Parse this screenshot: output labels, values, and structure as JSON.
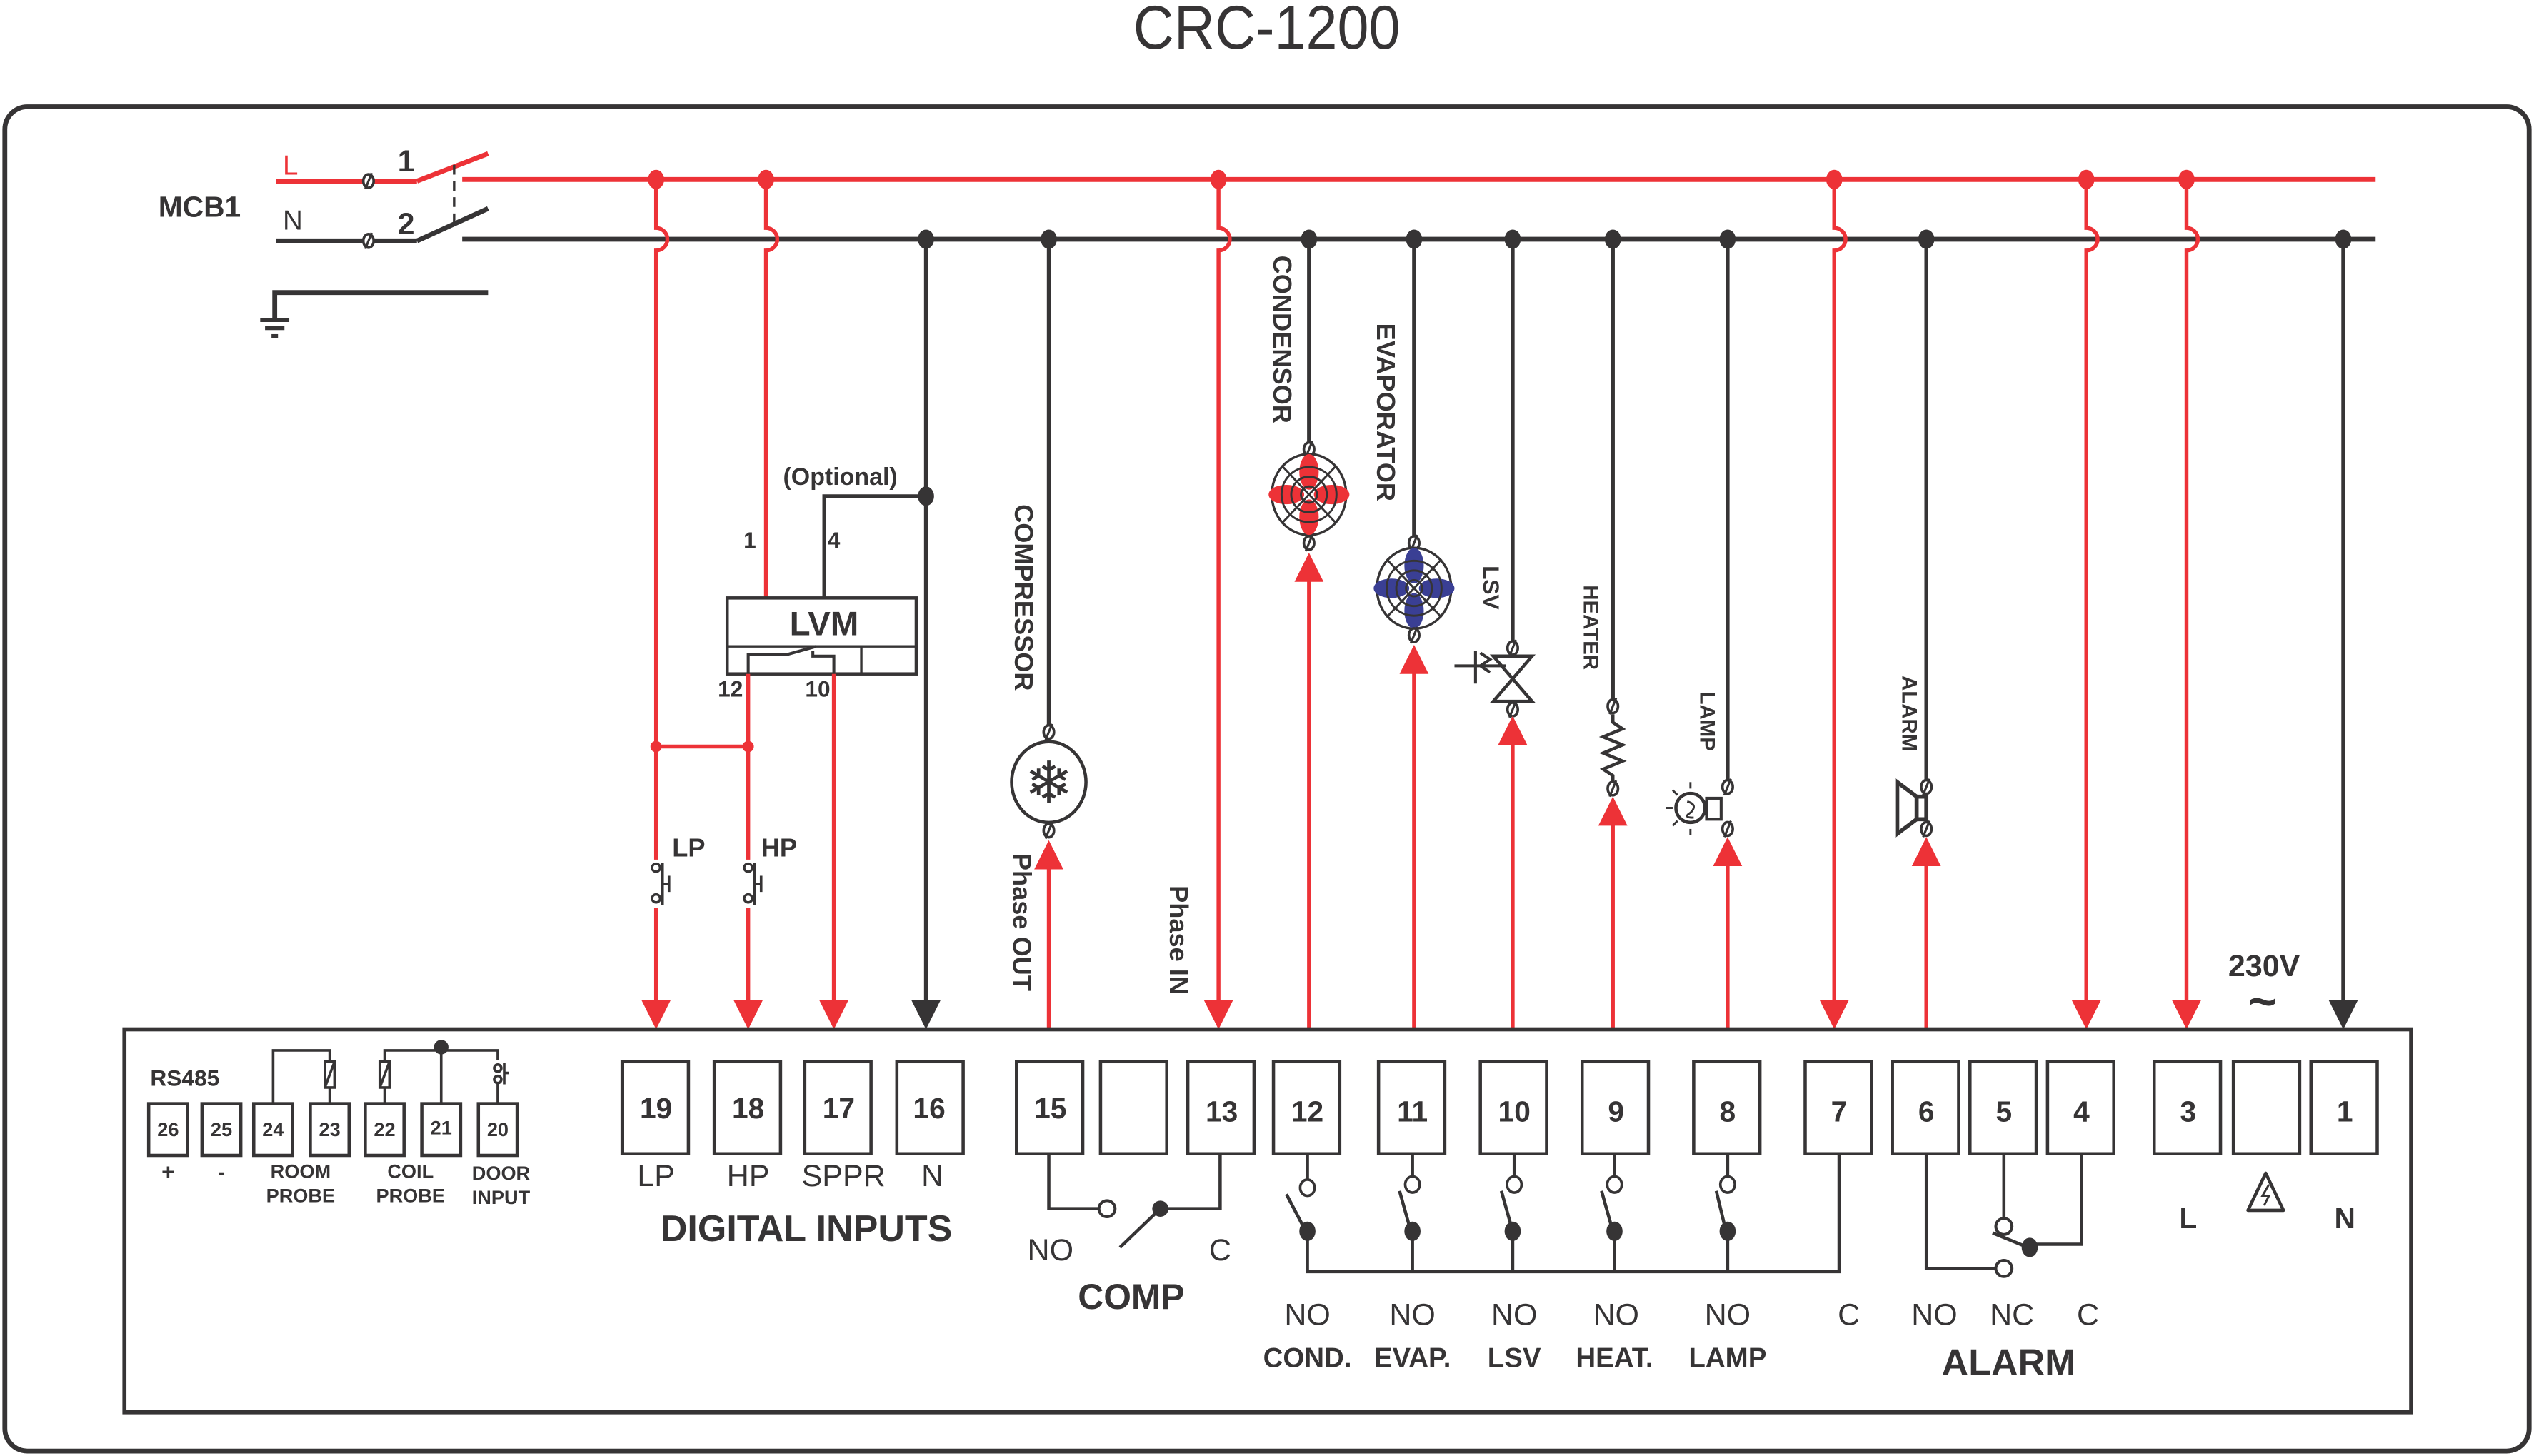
{
  "title": "CRC-1200",
  "colors": {
    "phase": "#ed3237",
    "neutral": "#363435",
    "evaporator_fan": "#3a3f94",
    "condensor_fan": "#ed3237"
  },
  "mcb": {
    "label": "MCB1",
    "line_label": "L",
    "neutral_label": "N",
    "pole1": "1",
    "pole2": "2",
    "ground_icon": "ground-icon"
  },
  "lvm": {
    "label": "LVM",
    "optional": "(Optional)",
    "pin1": "1",
    "pin4": "4",
    "pin12": "12",
    "pin10": "10"
  },
  "switches": {
    "lp": "LP",
    "hp": "HP"
  },
  "loads": {
    "compressor": "COMPRESSOR",
    "condensor": "CONDENSOR",
    "evaporator": "EVAPORATOR",
    "lsv": "LSV",
    "heater": "HEATER",
    "lamp": "LAMP",
    "alarm": "ALARM",
    "phase_out": "Phase OUT",
    "phase_in": "Phase IN"
  },
  "supply": {
    "voltage": "230V",
    "ac_symbol": "~",
    "l": "L",
    "n": "N",
    "warning_icon": "high-voltage-icon"
  },
  "terminals": {
    "rs485": "RS485",
    "t26": "26",
    "t25": "25",
    "t24": "24",
    "t23": "23",
    "t22": "22",
    "t21": "21",
    "t20": "20",
    "plus": "+",
    "minus": "-",
    "room1": "ROOM",
    "room2": "PROBE",
    "coil1": "COIL",
    "coil2": "PROBE",
    "door1": "DOOR",
    "door2": "INPUT",
    "t19": "19",
    "t18": "18",
    "t17": "17",
    "t16": "16",
    "di19": "LP",
    "di18": "HP",
    "di17": "SPPR",
    "di16": "N",
    "digital_inputs": "DIGITAL INPUTS",
    "t15": "15",
    "t13": "13",
    "t12": "12",
    "t11": "11",
    "t10": "10",
    "t9": "9",
    "t8": "8",
    "t7": "7",
    "t6": "6",
    "t5": "5",
    "t4": "4",
    "t3": "3",
    "t1": "1",
    "comp_no": "NO",
    "comp_c": "C",
    "comp": "COMP",
    "no12": "NO",
    "no11": "NO",
    "no10": "NO",
    "no9": "NO",
    "no8": "NO",
    "c7": "C",
    "cond": "COND.",
    "evap": "EVAP.",
    "lsv": "LSV",
    "heat": "HEAT.",
    "lamp": "LAMP",
    "alarm_no": "NO",
    "alarm_nc": "NC",
    "alarm_c": "C",
    "alarm": "ALARM"
  }
}
